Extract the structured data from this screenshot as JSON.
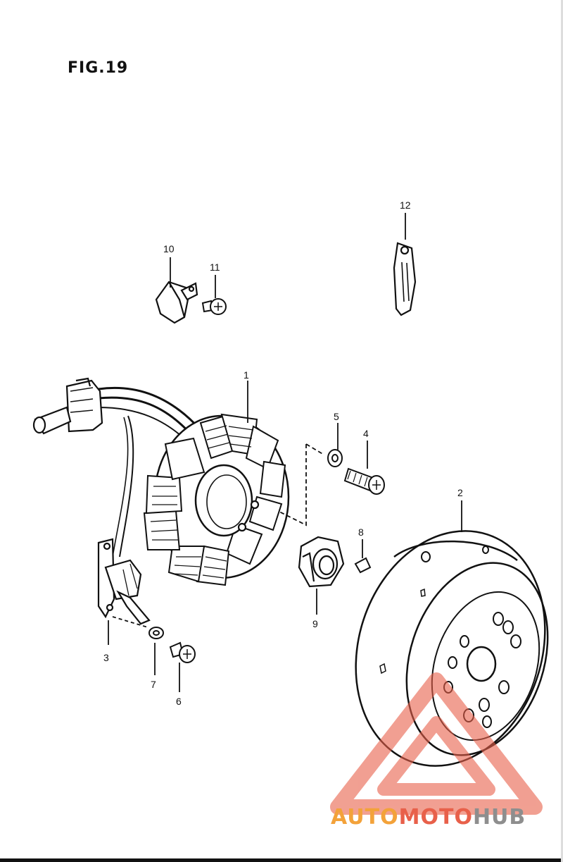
{
  "figure": {
    "title": "FIG.19"
  },
  "callouts": [
    "1",
    "2",
    "3",
    "4",
    "5",
    "6",
    "7",
    "8",
    "9",
    "10",
    "11",
    "12"
  ],
  "watermark": {
    "part1": "AUTO",
    "part2": "MOTO",
    "part3": "HUB"
  },
  "colors": {
    "ink": "#111111",
    "logo_red": "#e8604a",
    "logo_orange": "#f3a23a",
    "logo_gray": "#8e8e8e"
  }
}
